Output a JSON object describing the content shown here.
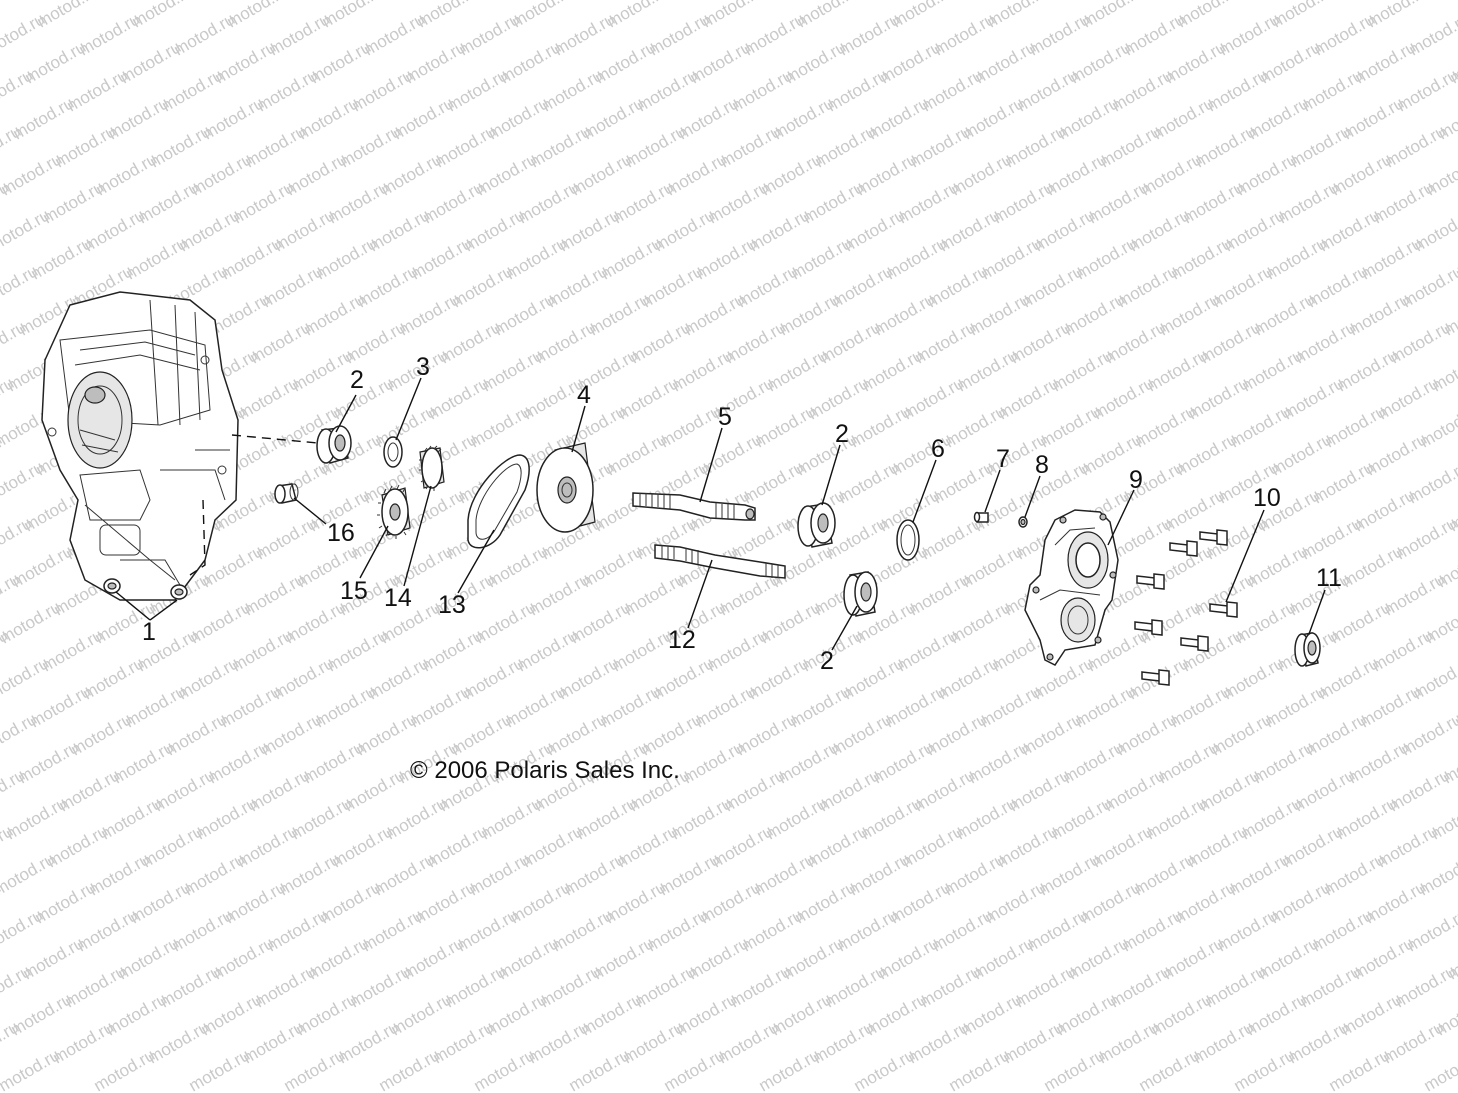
{
  "watermark": {
    "text": "motod.ru"
  },
  "copyright": "© 2006 Polaris Sales Inc.",
  "callouts": [
    {
      "label": "1"
    },
    {
      "label": "2"
    },
    {
      "label": "3"
    },
    {
      "label": "4"
    },
    {
      "label": "5"
    },
    {
      "label": "2"
    },
    {
      "label": "6"
    },
    {
      "label": "7"
    },
    {
      "label": "8"
    },
    {
      "label": "9"
    },
    {
      "label": "10"
    },
    {
      "label": "11"
    },
    {
      "label": "12"
    },
    {
      "label": "2"
    },
    {
      "label": "13"
    },
    {
      "label": "14"
    },
    {
      "label": "15"
    },
    {
      "label": "16"
    }
  ]
}
